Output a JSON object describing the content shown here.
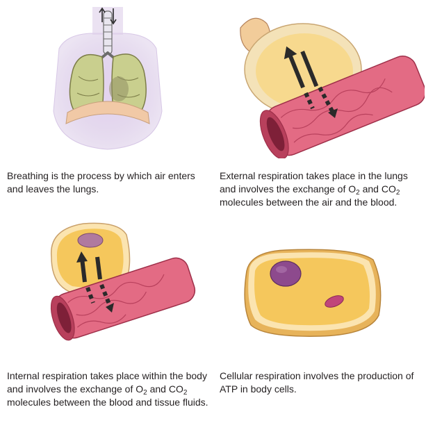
{
  "panels": {
    "breathing": {
      "caption": "Breathing is the process by which air enters and leaves the lungs."
    },
    "external": {
      "caption_parts": [
        "External respiration takes place in the lungs and involves the exchange of O",
        "2",
        " and CO",
        "2",
        " molecules between the air and the blood."
      ]
    },
    "internal": {
      "caption_parts": [
        "Internal respiration takes place within the body and involves the exchange of O",
        "2",
        " and CO",
        "2",
        " molecules between the blood and tissue fluids."
      ]
    },
    "cellular": {
      "caption": "Cellular respiration involves the production of ATP in body cells."
    }
  },
  "colors": {
    "lung_fill": "#c9cf8e",
    "lung_outline": "#7b7c47",
    "thorax_glow": "#c9b3dc",
    "diaphragm": "#f1c9a6",
    "alveolus_fill": "#f7d98e",
    "alveolus_rim": "#f4e2b8",
    "vessel_fill": "#e36b84",
    "vessel_dark": "#b8405c",
    "vessel_lumen": "#9e2f49",
    "cell_fill": "#f5c75c",
    "cell_rim": "#fbe4b0",
    "nucleus": "#8d4a8d",
    "mitochondrion": "#c0457a",
    "arrow": "#2a2a2a"
  },
  "icons": [
    "lungs-icon",
    "alveolus-capillary-icon",
    "tissue-cell-capillary-icon",
    "body-cell-icon",
    "gas-exchange-arrow-icon"
  ]
}
